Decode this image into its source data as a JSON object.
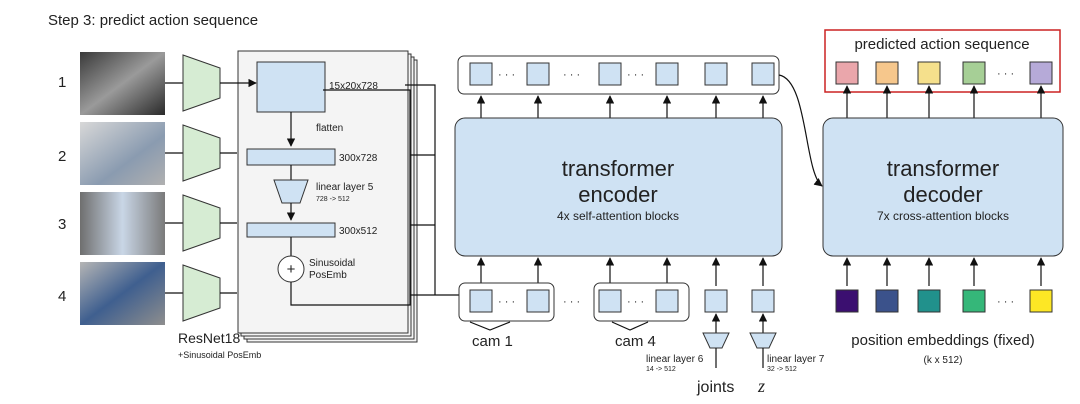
{
  "title": "Step 3: predict action sequence",
  "cameras": [
    "1",
    "2",
    "3",
    "4"
  ],
  "backbone": {
    "name": "ResNet18",
    "sub": "+Sinusoidal PosEmb"
  },
  "feature_block": {
    "dim1": "15x20x728",
    "flatten": "flatten",
    "dim2": "300x728",
    "linear": "linear layer 5",
    "linear_dims": "728 -> 512",
    "dim3": "300x512",
    "posemb_line1": "Sinusoidal",
    "posemb_line2": "PosEmb"
  },
  "encoder": {
    "title1": "transformer",
    "title2": "encoder",
    "sub": "4x self-attention blocks"
  },
  "decoder": {
    "title1": "transformer",
    "title2": "decoder",
    "sub": "7x cross-attention blocks"
  },
  "cam1_label": "cam 1",
  "cam4_label": "cam 4",
  "linear6": {
    "name": "linear layer 6",
    "dims": "14 -> 512"
  },
  "linear7": {
    "name": "linear layer 7",
    "dims": "32 -> 512"
  },
  "joints_label": "joints",
  "z_label": "z",
  "predicted_label": "predicted action sequence",
  "position_label": "position embeddings (fixed)",
  "position_sub": "(k x 512)",
  "ellipsis": "· · ·",
  "plus": "+",
  "colors": {
    "action_tokens": [
      "#eaa6ab",
      "#f6c78c",
      "#f5e08c",
      "#a6cf96",
      "#b6aad8"
    ],
    "position_tokens": [
      "#3b0f70",
      "#3b528b",
      "#21918c",
      "#35b779",
      "#fde725"
    ],
    "block_fill": "#cfe2f3",
    "trapezoid_fill": "#d6ecd3",
    "highlight_border": "#cc2222"
  }
}
